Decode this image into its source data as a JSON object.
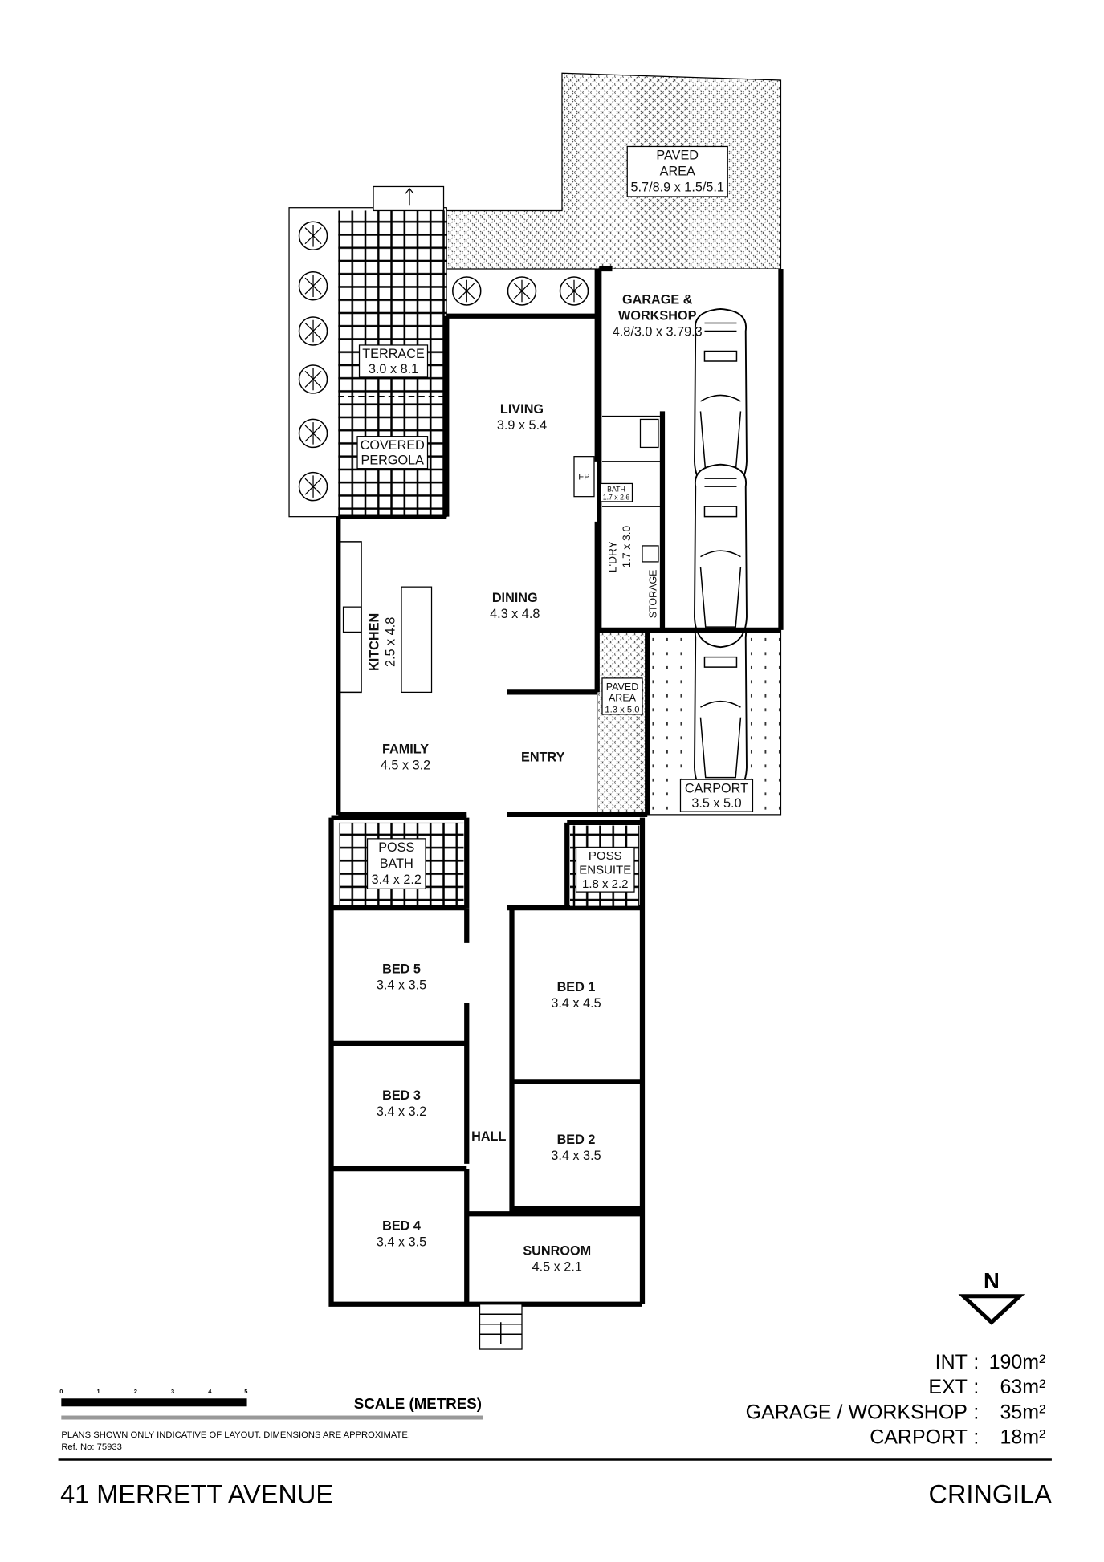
{
  "rooms": {
    "paved_top": {
      "name": "PAVED",
      "name2": "AREA",
      "dims": "5.7/8.9 x 1.5/5.1"
    },
    "garage": {
      "name": "GARAGE &",
      "name2": "WORKSHOP",
      "dims": "4.8/3.0 x 3.79.3"
    },
    "terrace": {
      "name": "TERRACE",
      "dims": "3.0 x 8.1"
    },
    "pergola": {
      "name": "COVERED",
      "name2": "PERGOLA"
    },
    "living": {
      "name": "LIVING",
      "dims": "3.9 x 5.4"
    },
    "fp": {
      "name": "FP"
    },
    "bath": {
      "name": "BATH",
      "dims": "1.7 x 2.6"
    },
    "ldry": {
      "name": "L'DRY",
      "dims": "1.7 x 3.0"
    },
    "storage": {
      "name": "STORAGE"
    },
    "dining": {
      "name": "DINING",
      "dims": "4.3 x 4.8"
    },
    "kitchen": {
      "name": "KITCHEN",
      "dims": "2.5 x 4.8"
    },
    "paved_side": {
      "name": "PAVED",
      "name2": "AREA",
      "dims": "1.3 x 5.0"
    },
    "family": {
      "name": "FAMILY",
      "dims": "4.5 x 3.2"
    },
    "entry": {
      "name": "ENTRY"
    },
    "carport": {
      "name": "CARPORT",
      "dims": "3.5 x 5.0"
    },
    "poss_bath": {
      "name": "POSS",
      "name2": "BATH",
      "dims": "3.4 x 2.2"
    },
    "poss_ensuite": {
      "name": "POSS",
      "name2": "ENSUITE",
      "dims": "1.8 x 2.2"
    },
    "bed5": {
      "name": "BED 5",
      "dims": "3.4 x 3.5"
    },
    "bed1": {
      "name": "BED 1",
      "dims": "3.4 x 4.5"
    },
    "bed3": {
      "name": "BED 3",
      "dims": "3.4 x 3.2"
    },
    "hall": {
      "name": "HALL"
    },
    "bed2": {
      "name": "BED 2",
      "dims": "3.4 x 3.5"
    },
    "bed4": {
      "name": "BED 4",
      "dims": "3.4 x 3.5"
    },
    "sunroom": {
      "name": "SUNROOM",
      "dims": "4.5 x 2.1"
    }
  },
  "north": "N",
  "areas": [
    {
      "label": "INT",
      "value": "190m²"
    },
    {
      "label": "EXT",
      "value": "63m²"
    },
    {
      "label": "GARAGE / WORKSHOP",
      "value": "35m²"
    },
    {
      "label": "CARPORT",
      "value": "18m²"
    }
  ],
  "scale": {
    "ticks": [
      "0",
      "1",
      "2",
      "3",
      "4",
      "5"
    ],
    "title": "SCALE (METRES)"
  },
  "disclaimer": "PLANS SHOWN ONLY INDICATIVE OF LAYOUT.  DIMENSIONS ARE APPROXIMATE.",
  "ref": "Ref. No: 75933",
  "address": "41 MERRETT AVENUE",
  "suburb": "CRINGILA"
}
